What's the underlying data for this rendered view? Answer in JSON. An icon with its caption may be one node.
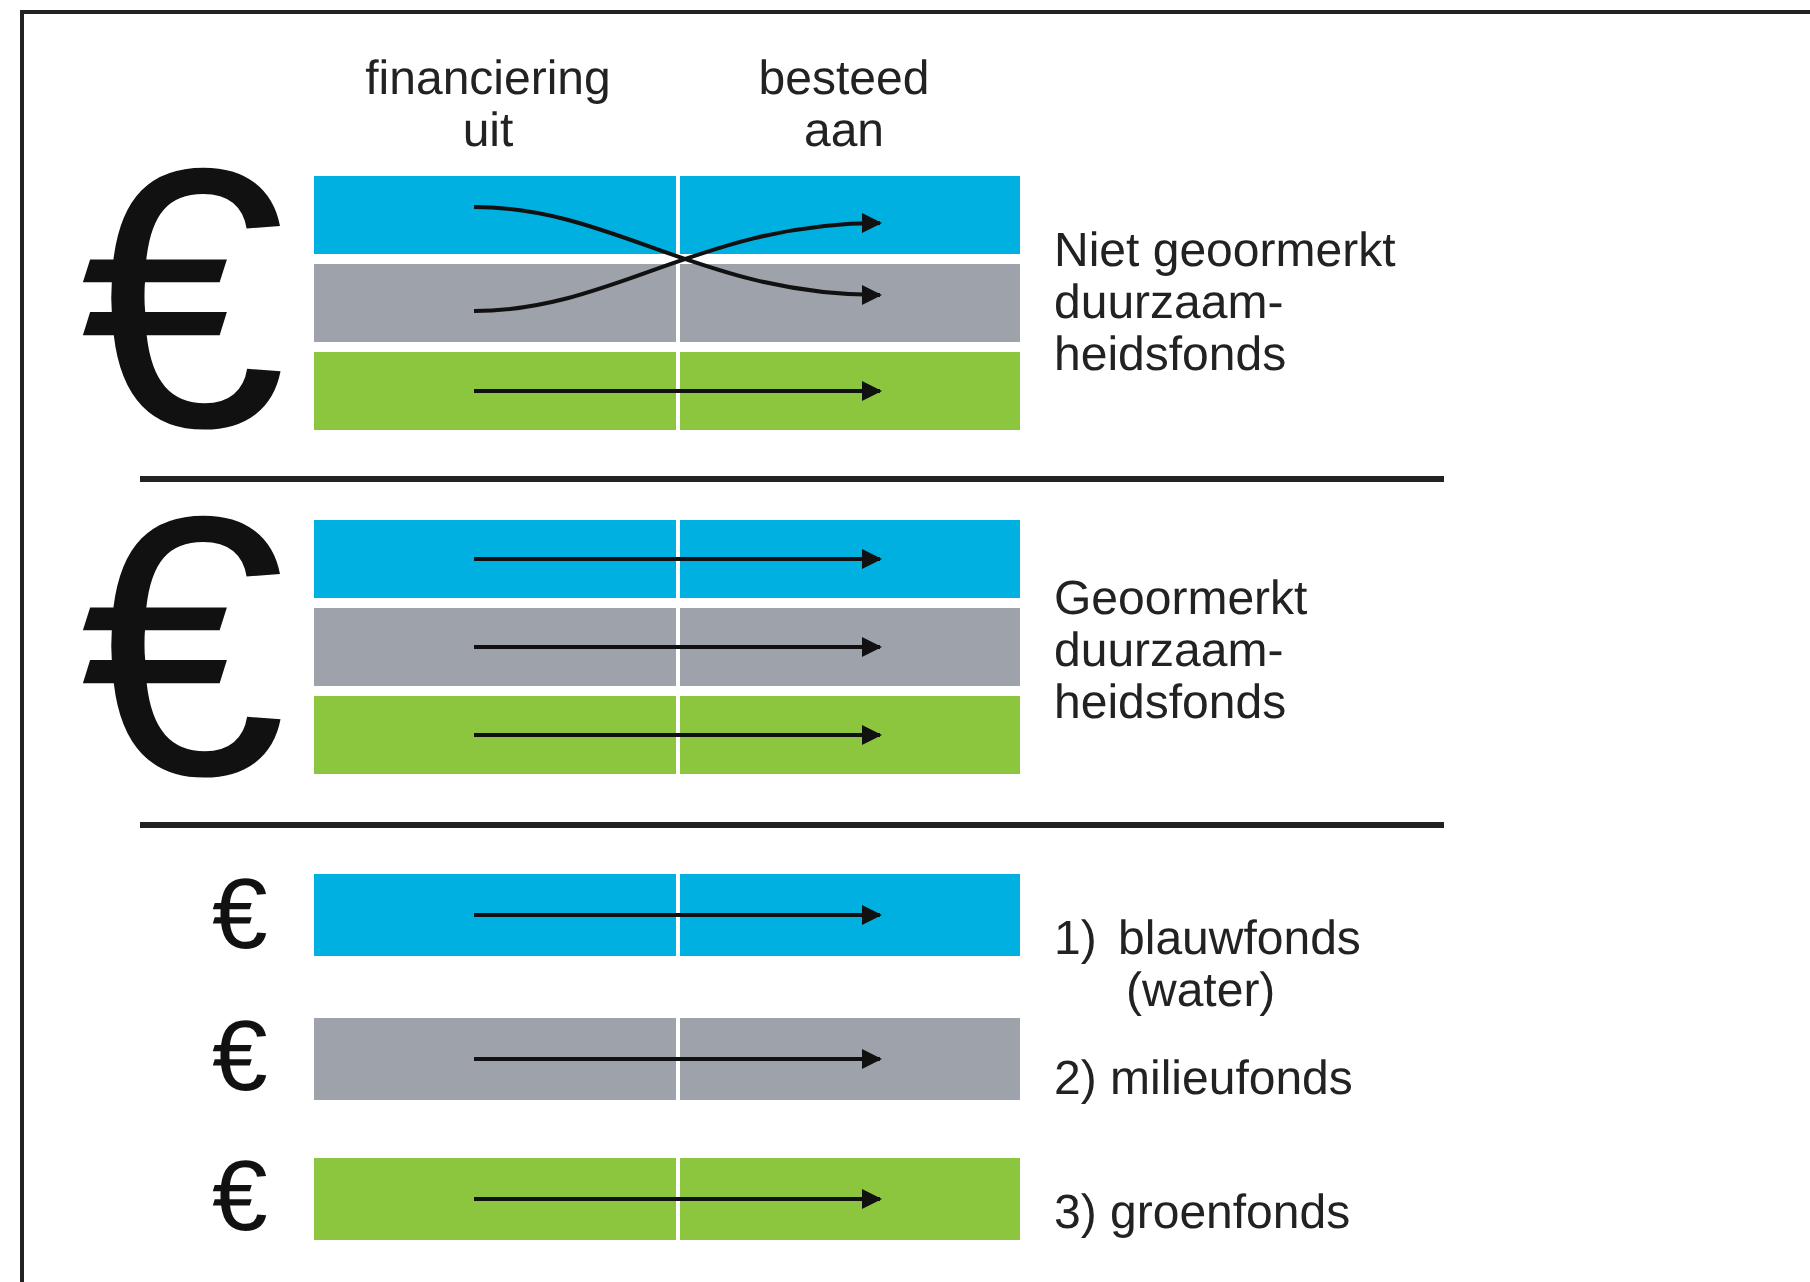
{
  "diagram": {
    "nodes": [
      {
        "text": [],
        "shape": "bar"
      },
      {
        "text": [],
        "shape": "bar"
      },
      {
        "text": [],
        "shape": "bar"
      },
      {
        "text": [],
        "shape": "bar"
      },
      {
        "text": [],
        "shape": "bar"
      },
      {
        "text": [],
        "shape": "bar"
      },
      {
        "text": [],
        "shape": "bar"
      },
      {
        "text": [],
        "shape": "bar"
      },
      {
        "text": [],
        "shape": "bar"
      },
      {
        "text": [],
        "shape": "bar"
      },
      {
        "text": [],
        "shape": "bar"
      },
      {
        "text": [],
        "shape": "bar"
      },
      {
        "text": [],
        "shape": "bar"
      },
      {
        "text": [],
        "shape": "bar"
      },
      {
        "text": [],
        "shape": "bar"
      },
      {
        "text": [],
        "shape": "bar"
      },
      {
        "text": [],
        "shape": "bar"
      },
      {
        "text": [],
        "shape": "bar"
      }
    ],
    "edges": [
      {
        "from": 0,
        "to": 3,
        "arrow": "to"
      },
      {
        "from": 2,
        "to": 1,
        "arrow": "to"
      },
      {
        "from": 4,
        "to": 5,
        "arrow": "to"
      },
      {
        "from": 6,
        "to": 7,
        "arrow": "to"
      },
      {
        "from": 8,
        "to": 9,
        "arrow": "to"
      },
      {
        "from": 10,
        "to": 11,
        "arrow": "to"
      },
      {
        "from": 12,
        "to": 13,
        "arrow": "to"
      },
      {
        "from": 14,
        "to": 15,
        "arrow": "to"
      },
      {
        "from": 16,
        "to": 17,
        "arrow": "to"
      }
    ],
    "labels": [
      "financiering uit",
      "besteed aan",
      "€",
      "Niet geoormerkt duurzaam- heidsfonds",
      "€",
      "Geoormerkt duurzaam- heidsfonds",
      "€",
      "1) blauwfonds (water)",
      "€",
      "2) milieufonds",
      "€",
      "3) groenfonds"
    ]
  }
}
